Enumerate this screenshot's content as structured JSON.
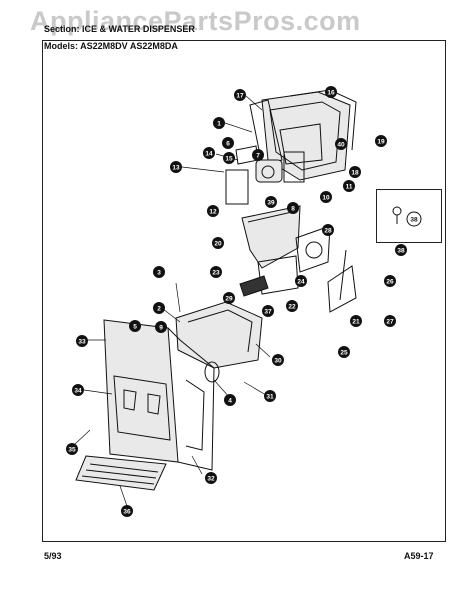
{
  "watermark": "AppliancePartsPros.com",
  "header": {
    "section": "Section: ICE & WATER DISPENSER",
    "models": "Models: AS22M8DV   AS22M8DA"
  },
  "footer": {
    "date": "5/93",
    "page": "A59-17"
  },
  "callouts": [
    {
      "n": "1"
    },
    {
      "n": "2"
    },
    {
      "n": "3"
    },
    {
      "n": "4"
    },
    {
      "n": "5"
    },
    {
      "n": "6"
    },
    {
      "n": "7"
    },
    {
      "n": "8"
    },
    {
      "n": "9"
    },
    {
      "n": "10"
    },
    {
      "n": "11"
    },
    {
      "n": "12"
    },
    {
      "n": "13"
    },
    {
      "n": "14"
    },
    {
      "n": "15"
    },
    {
      "n": "16"
    },
    {
      "n": "17"
    },
    {
      "n": "18"
    },
    {
      "n": "19"
    },
    {
      "n": "20"
    },
    {
      "n": "21"
    },
    {
      "n": "22"
    },
    {
      "n": "23"
    },
    {
      "n": "24"
    },
    {
      "n": "25"
    },
    {
      "n": "26"
    },
    {
      "n": "27"
    },
    {
      "n": "28"
    },
    {
      "n": "29"
    },
    {
      "n": "30"
    },
    {
      "n": "31"
    },
    {
      "n": "32"
    },
    {
      "n": "33"
    },
    {
      "n": "34"
    },
    {
      "n": "35"
    },
    {
      "n": "36"
    },
    {
      "n": "37"
    },
    {
      "n": "38"
    },
    {
      "n": "39"
    },
    {
      "n": "40"
    }
  ],
  "inset_label": "38"
}
